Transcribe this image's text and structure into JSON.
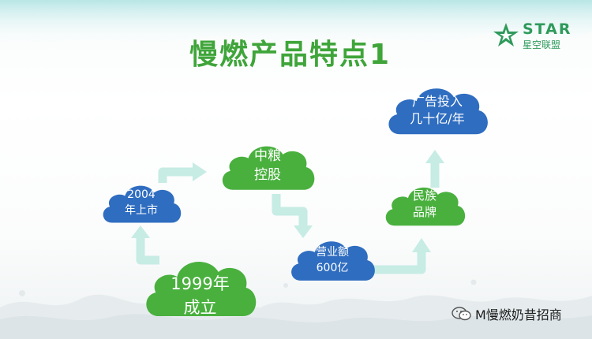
{
  "slide": {
    "title": "慢燃产品特点1"
  },
  "logo": {
    "name": "STAR",
    "subtitle": "星空联盟"
  },
  "colors": {
    "green": "#49b03e",
    "blue": "#2f6dc0",
    "arrow": "#c6ece4",
    "title": "#3fa53a"
  },
  "nodes": [
    {
      "id": "founded",
      "lines": [
        "1999年",
        "成立"
      ],
      "color": "green"
    },
    {
      "id": "listed",
      "lines": [
        "2004",
        "年上市"
      ],
      "color": "blue"
    },
    {
      "id": "cofco",
      "lines": [
        "中粮",
        "控股"
      ],
      "color": "green"
    },
    {
      "id": "revenue",
      "lines": [
        "营业额",
        "600亿"
      ],
      "color": "blue"
    },
    {
      "id": "brand",
      "lines": [
        "民族",
        "品牌"
      ],
      "color": "green"
    },
    {
      "id": "ads",
      "lines": [
        "广告投入",
        "几十亿/年"
      ],
      "color": "blue"
    }
  ],
  "watermark": {
    "icon": "wechat-icon",
    "text": "M慢燃奶昔招商"
  }
}
